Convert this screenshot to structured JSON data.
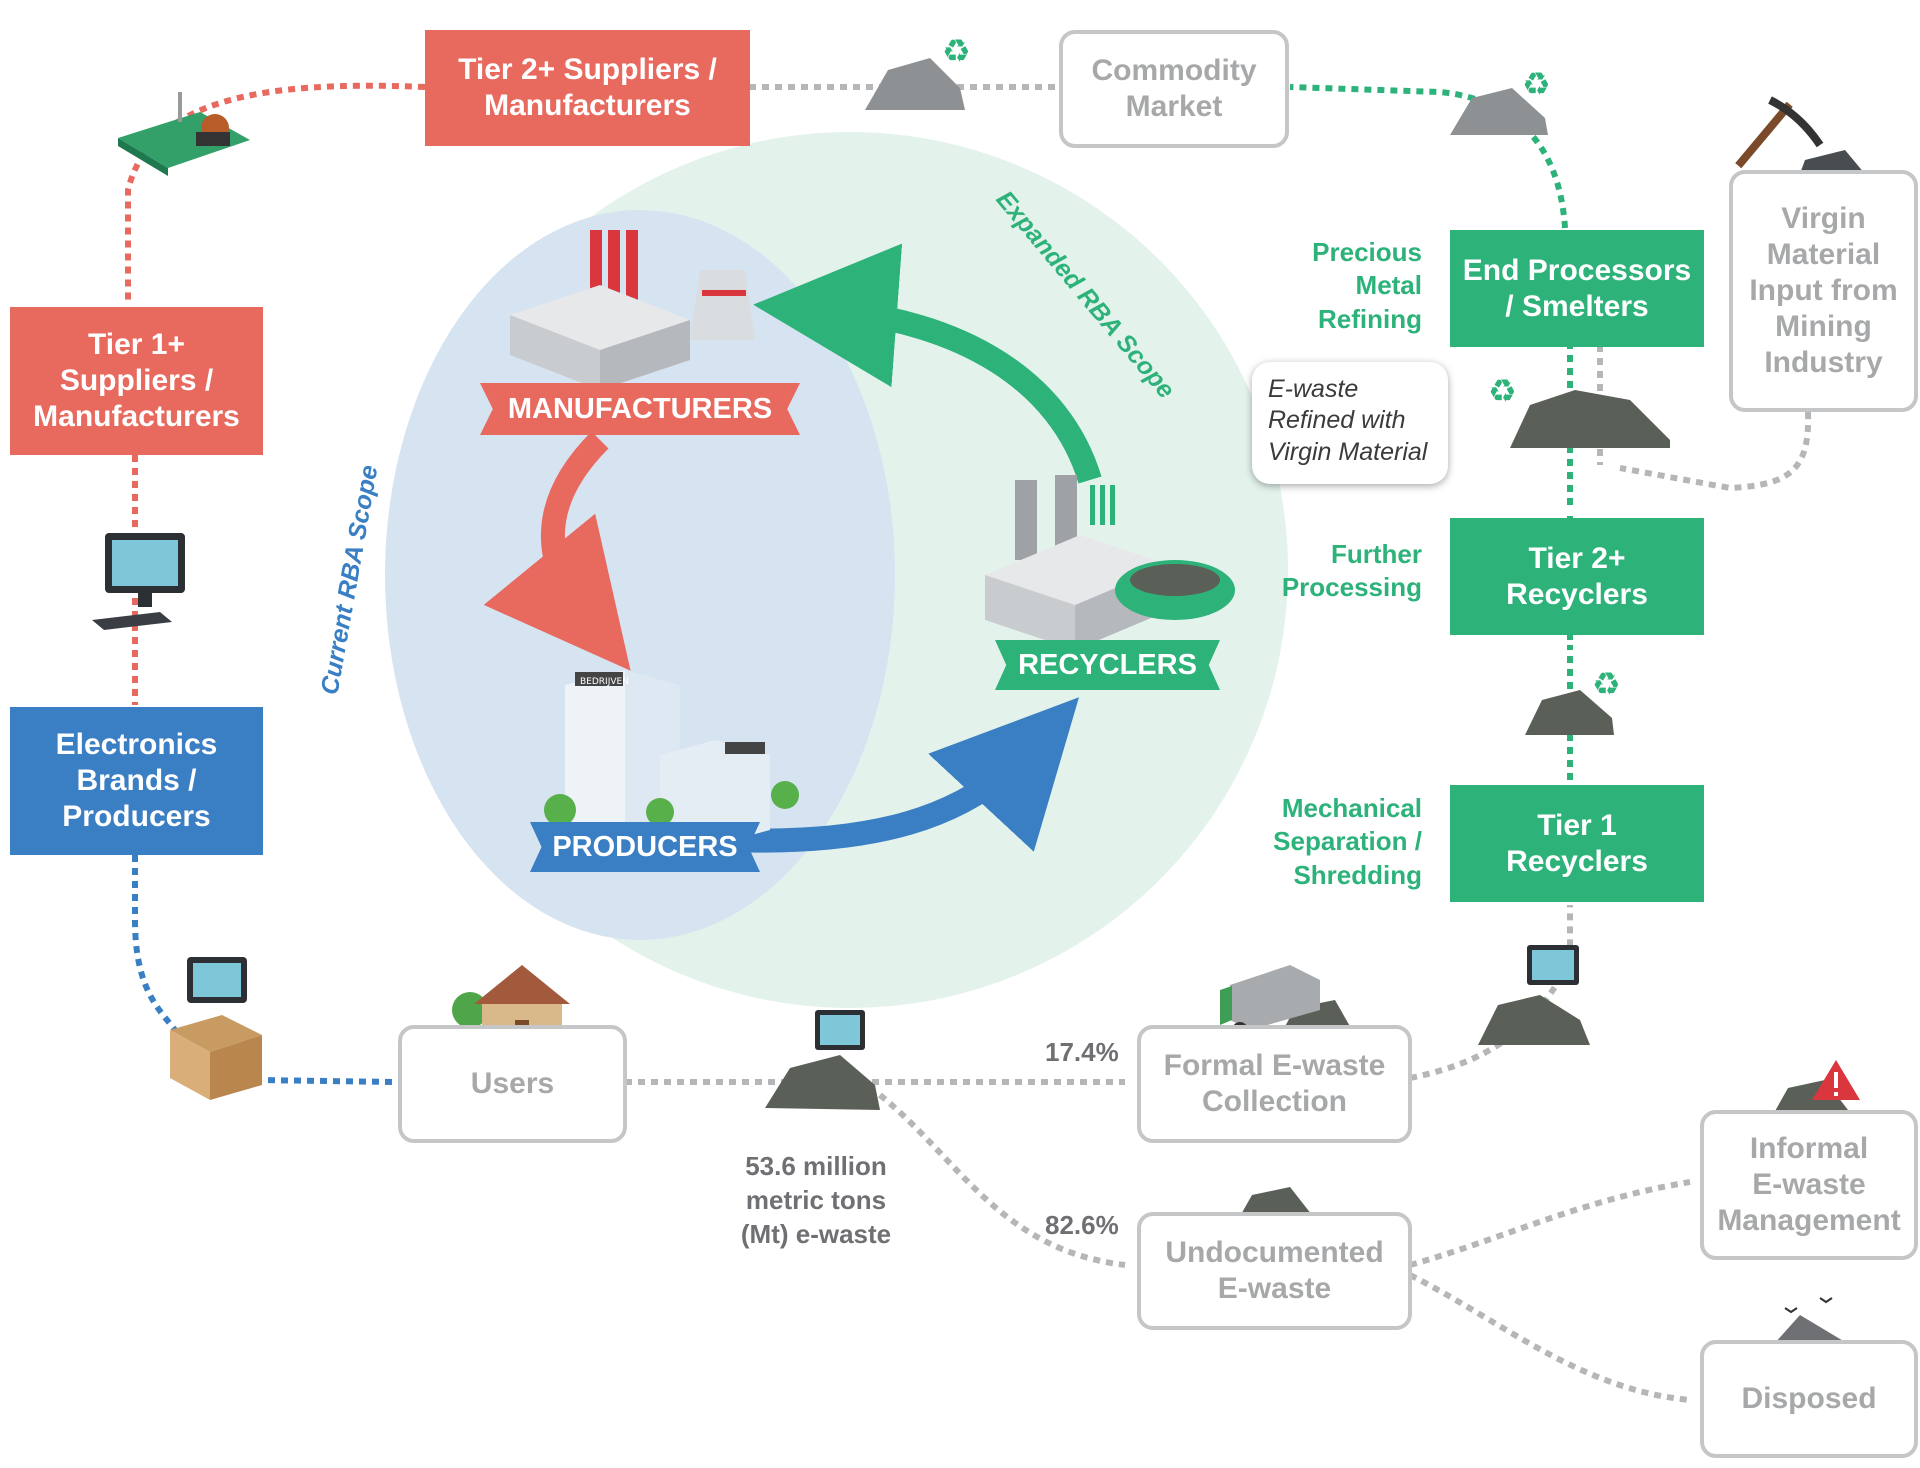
{
  "supply_chain": {
    "tier2_suppliers": "Tier 2+ Suppliers /\nManufacturers",
    "tier1_suppliers": "Tier 1+\nSuppliers /\nManufacturers",
    "brands": "Electronics\nBrands /\nProducers",
    "commodity_market": "Commodity\nMarket",
    "users": "Users"
  },
  "scope": {
    "current_label": "Current RBA Scope",
    "expanded_label": "Expanded RBA Scope",
    "manufacturers_banner": "MANUFACTURERS",
    "producers_banner": "PRODUCERS",
    "recyclers_banner": "RECYCLERS",
    "building_sign": "BEDRIJVEN"
  },
  "recycling": {
    "end_processors": "End Processors\n/ Smelters",
    "tier2_recyclers": "Tier 2+\nRecyclers",
    "tier1_recyclers": "Tier 1\nRecyclers",
    "precious_metal": "Precious\nMetal\nRefining",
    "further_processing": "Further\nProcessing",
    "mechanical_separation": "Mechanical\nSeparation /\nShredding",
    "callout": "E-waste\nRefined with\nVirgin Material",
    "virgin_material": "Virgin\nMaterial\nInput from\nMining\nIndustry"
  },
  "waste": {
    "total_label": "53.6 million\nmetric tons\n(Mt) e-waste",
    "formal_share": "17.4%",
    "undocumented_share": "82.6%",
    "formal_collection": "Formal E-waste\nCollection",
    "undocumented": "Undocumented\nE-waste",
    "informal": "Informal\nE-waste\nManagement",
    "disposed": "Disposed"
  },
  "colors": {
    "red": "#E8695E",
    "blue": "#3A7FC3",
    "green": "#2DB27A",
    "gray": "#B4B6B8",
    "inner_circle": "#D6E3F1",
    "outer_circle": "#E3F3EC"
  },
  "icons": [
    "circuit-board-icon",
    "computer-icon",
    "box-computer-icon",
    "house-icon",
    "ewaste-pile-icon",
    "truck-icon",
    "recycle-icon",
    "mining-pickaxe-icon",
    "landfill-icon",
    "warning-icon",
    "factory-icon",
    "office-building-icon",
    "recycling-plant-icon"
  ]
}
